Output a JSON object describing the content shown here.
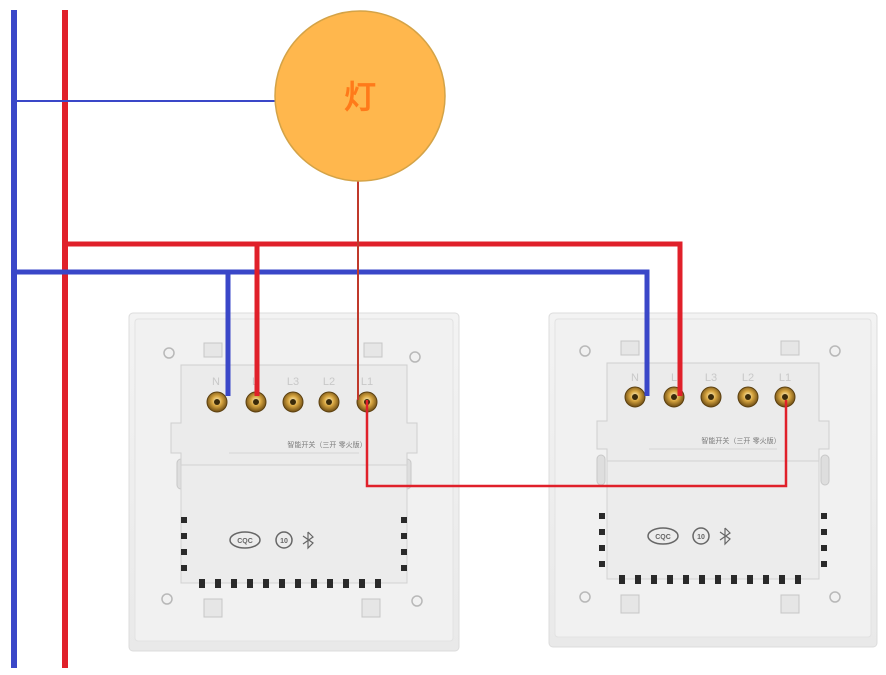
{
  "lamp": {
    "label": "灯",
    "fill_color": "#ffb74d",
    "label_color": "#ff7a1a"
  },
  "wire_colors": {
    "live": "#e0202a",
    "neutral": "#3a47c8",
    "control": "#c0392b"
  },
  "switches": [
    {
      "terminal_labels": [
        "N",
        "L",
        "L3",
        "L2",
        "L1"
      ],
      "product_text": "智能开关（三开 零火版）",
      "logos": [
        "CQC",
        "10",
        "bluetooth-icon"
      ]
    },
    {
      "terminal_labels": [
        "N",
        "L",
        "L3",
        "L2",
        "L1"
      ],
      "product_text": "智能开关（三开 零火版）",
      "logos": [
        "CQC",
        "10",
        "bluetooth-icon"
      ]
    }
  ]
}
